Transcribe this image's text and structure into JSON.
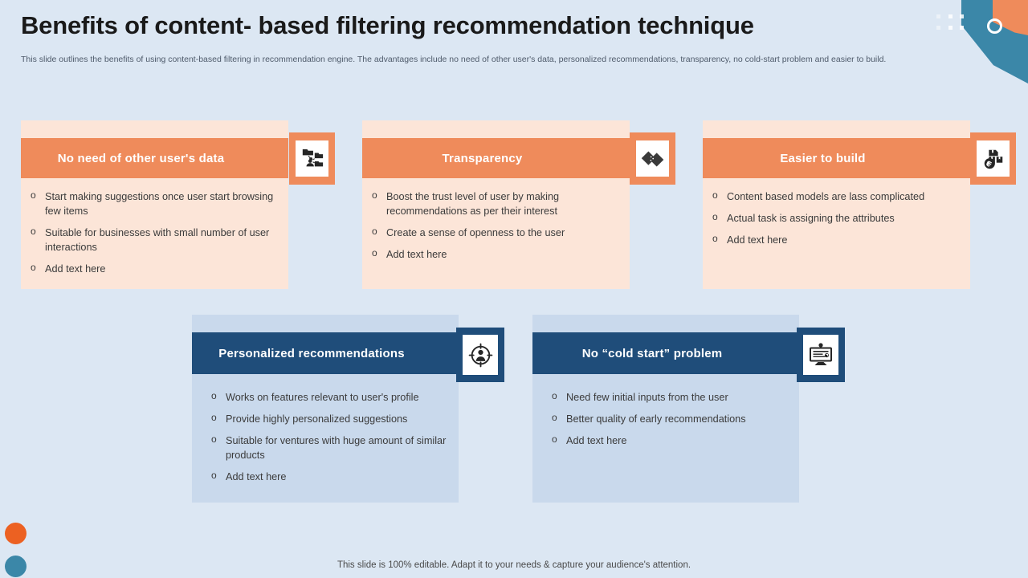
{
  "slide": {
    "title": "Benefits of content- based filtering recommendation technique",
    "subtitle": "This slide outlines the benefits of using content-based filtering in recommendation engine. The advantages include no need of other user's data, personalized recommendations, transparency, no cold-start problem and easier to build.",
    "footer": "This slide is 100% editable. Adapt it to your needs & capture your audience's attention."
  },
  "colors": {
    "background": "#dce7f3",
    "orange_header": "#ef8b5b",
    "orange_panel": "#fce5d8",
    "blue_header": "#1f4d7a",
    "blue_panel": "#c9d9ec",
    "teal_accent": "#3b87a8",
    "orange_accent": "#ec6122",
    "title_text": "#1a1a1a",
    "body_text": "#3b3b3b"
  },
  "cards": [
    {
      "id": "no-need-of-other-users-data",
      "title": "No need of other user's data",
      "theme": "orange",
      "icon": "folder-network-sharing-icon",
      "bullets": [
        "Start making suggestions once user start browsing few items",
        "Suitable for businesses with small number of user interactions",
        "Add text here"
      ]
    },
    {
      "id": "transparency",
      "title": "Transparency",
      "theme": "orange",
      "icon": "two-diamonds-icon",
      "bullets": [
        "Boost the trust level of user by making recommendations as per their interest",
        "Create a sense of openness to the user",
        "Add text here"
      ]
    },
    {
      "id": "easier-to-build",
      "title": "Easier to build",
      "theme": "orange",
      "icon": "boxes-hand-icon",
      "bullets": [
        "Content based models are lass complicated",
        "Actual task is assigning the attributes",
        "Add text here"
      ]
    },
    {
      "id": "personalized-recommendations",
      "title": "Personalized recommendations",
      "theme": "blue",
      "icon": "person-target-icon",
      "bullets": [
        "Works on features relevant to user's profile",
        "Provide highly personalized suggestions",
        "Suitable for ventures with huge amount of similar products",
        "Add text here"
      ]
    },
    {
      "id": "no-cold-start-problem",
      "title": "No “cold start” problem",
      "theme": "blue",
      "icon": "monitor-presentation-icon",
      "bullets": [
        "Need few initial inputs from the user",
        "Better quality of early recommendations",
        "Add text here"
      ]
    }
  ],
  "decoration": {
    "corner_shape": "teal-arrow-shape",
    "corner_square": "orange-square-shape",
    "corner_ring": "white-circle-outline",
    "dots_grid": "white-dots-grid",
    "bottom_dot_1": "orange-circle",
    "bottom_dot_2": "teal-circle"
  }
}
